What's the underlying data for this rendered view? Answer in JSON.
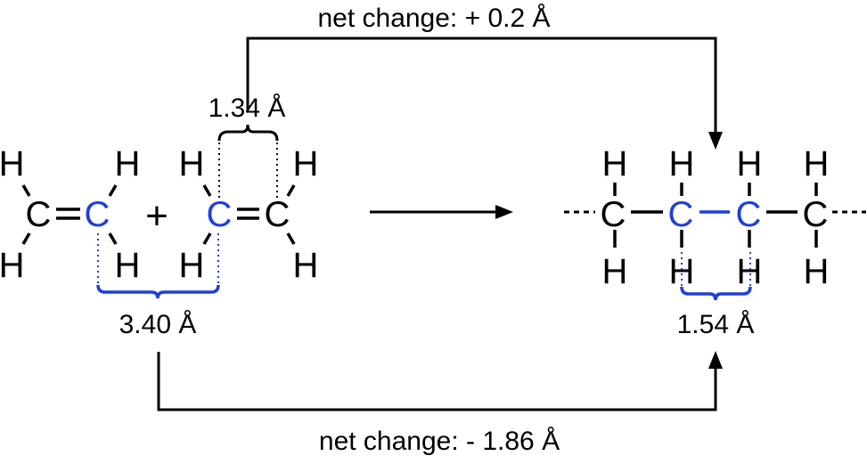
{
  "atoms": {
    "carbon": "C",
    "hydrogen": "H"
  },
  "plus_sign": "+",
  "labels": {
    "top_net_change": "net change: + 0.2 Å",
    "bottom_net_change": "net change: - 1.86 Å",
    "double_bond_length": "1.34 Å",
    "intermolecular_distance": "3.40 Å",
    "single_bond_length": "1.54 Å"
  },
  "colors": {
    "highlight": "#1f3fd8",
    "default": "#000000"
  }
}
